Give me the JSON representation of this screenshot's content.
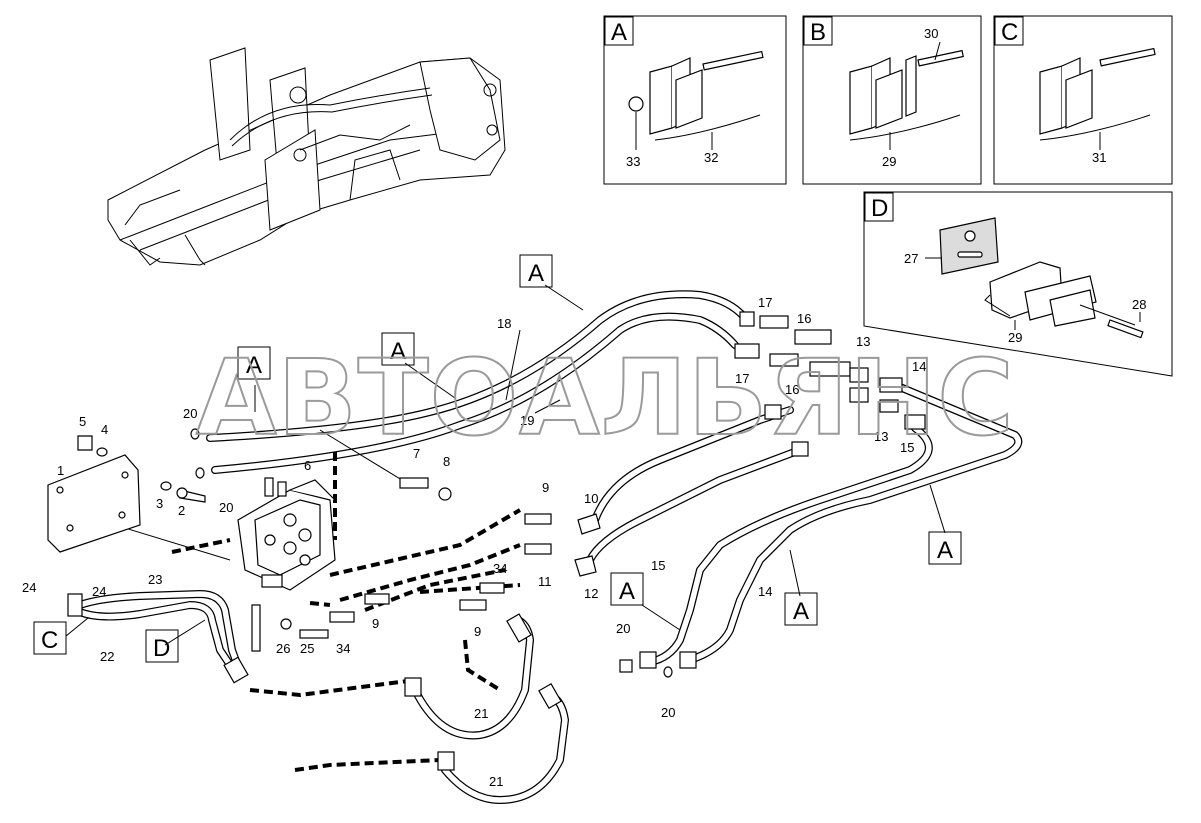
{
  "watermark": "АВТОАЛЬЯНС",
  "details": [
    {
      "letter": "A",
      "callouts": [
        "33",
        "32"
      ]
    },
    {
      "letter": "B",
      "callouts": [
        "30",
        "29"
      ]
    },
    {
      "letter": "C",
      "callouts": [
        "31"
      ]
    },
    {
      "letter": "D",
      "callouts": [
        "27",
        "28",
        "29"
      ]
    }
  ],
  "view_markers": [
    "A",
    "A",
    "A",
    "A",
    "A",
    "A",
    "C",
    "D"
  ],
  "callouts": [
    "1",
    "2",
    "3",
    "4",
    "5",
    "6",
    "7",
    "8",
    "9",
    "9",
    "9",
    "10",
    "11",
    "12",
    "13",
    "13",
    "14",
    "14",
    "15",
    "15",
    "16",
    "16",
    "17",
    "17",
    "18",
    "19",
    "20",
    "20",
    "20",
    "20",
    "21",
    "21",
    "22",
    "23",
    "24",
    "24",
    "25",
    "26",
    "34",
    "34"
  ]
}
